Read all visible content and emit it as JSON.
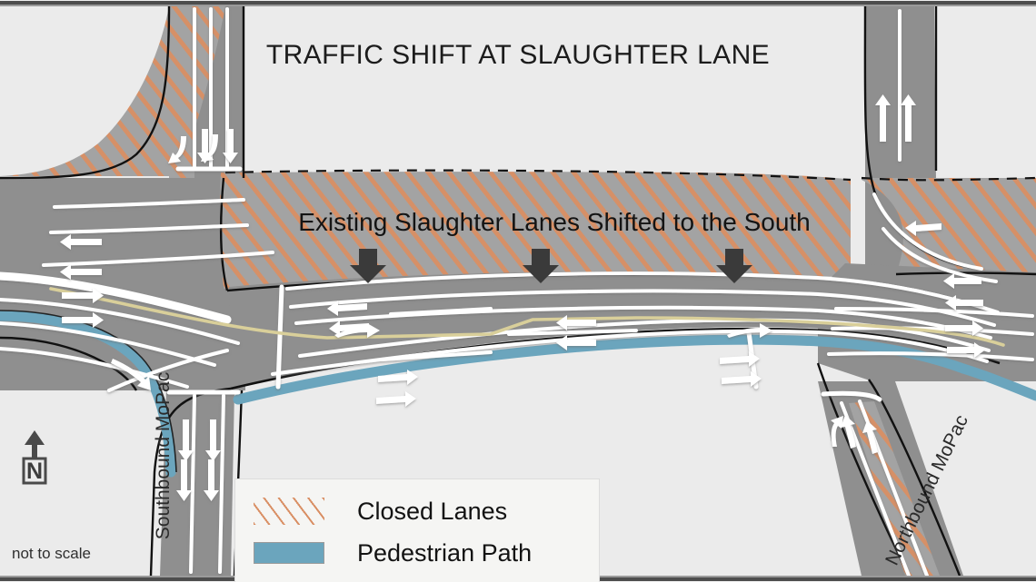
{
  "page": {
    "title": "TRAFFIC SHIFT AT SLAUGHTER LANE",
    "shift_note": "Existing Slaughter Lanes Shifted to the South",
    "scale_note": "not to scale",
    "compass_letter": "N"
  },
  "roads": {
    "southbound": "Southbound MoPac",
    "northbound": "Northbound MoPac"
  },
  "legend": {
    "items": [
      {
        "label": "Closed Lanes",
        "swatch": "hatch",
        "color": "#d98f64"
      },
      {
        "label": "Pedestrian Path",
        "swatch": "solid",
        "color": "#6ba5bd"
      }
    ]
  },
  "colors": {
    "background": "#ebebeb",
    "pavement": "#8f8f8f",
    "pavement_light": "#9b9b9b",
    "closed_hatch": "#d98f64",
    "pedestrian_path": "#6ba5bd",
    "lane_marking": "#ffffff",
    "center_line": "#d9cf9a",
    "outline": "#111111",
    "arrow_dark": "#3a3a3a",
    "title_text": "#1c1c1c"
  },
  "map_elements": {
    "shift_arrows": 3,
    "closed_lane_regions": [
      "northwest-quadrant",
      "central-slaughter-eastbound",
      "northeast-quadrant",
      "southbound-mopac-approach",
      "northbound-mopac-approach"
    ],
    "pedestrian_path_side": "south"
  }
}
